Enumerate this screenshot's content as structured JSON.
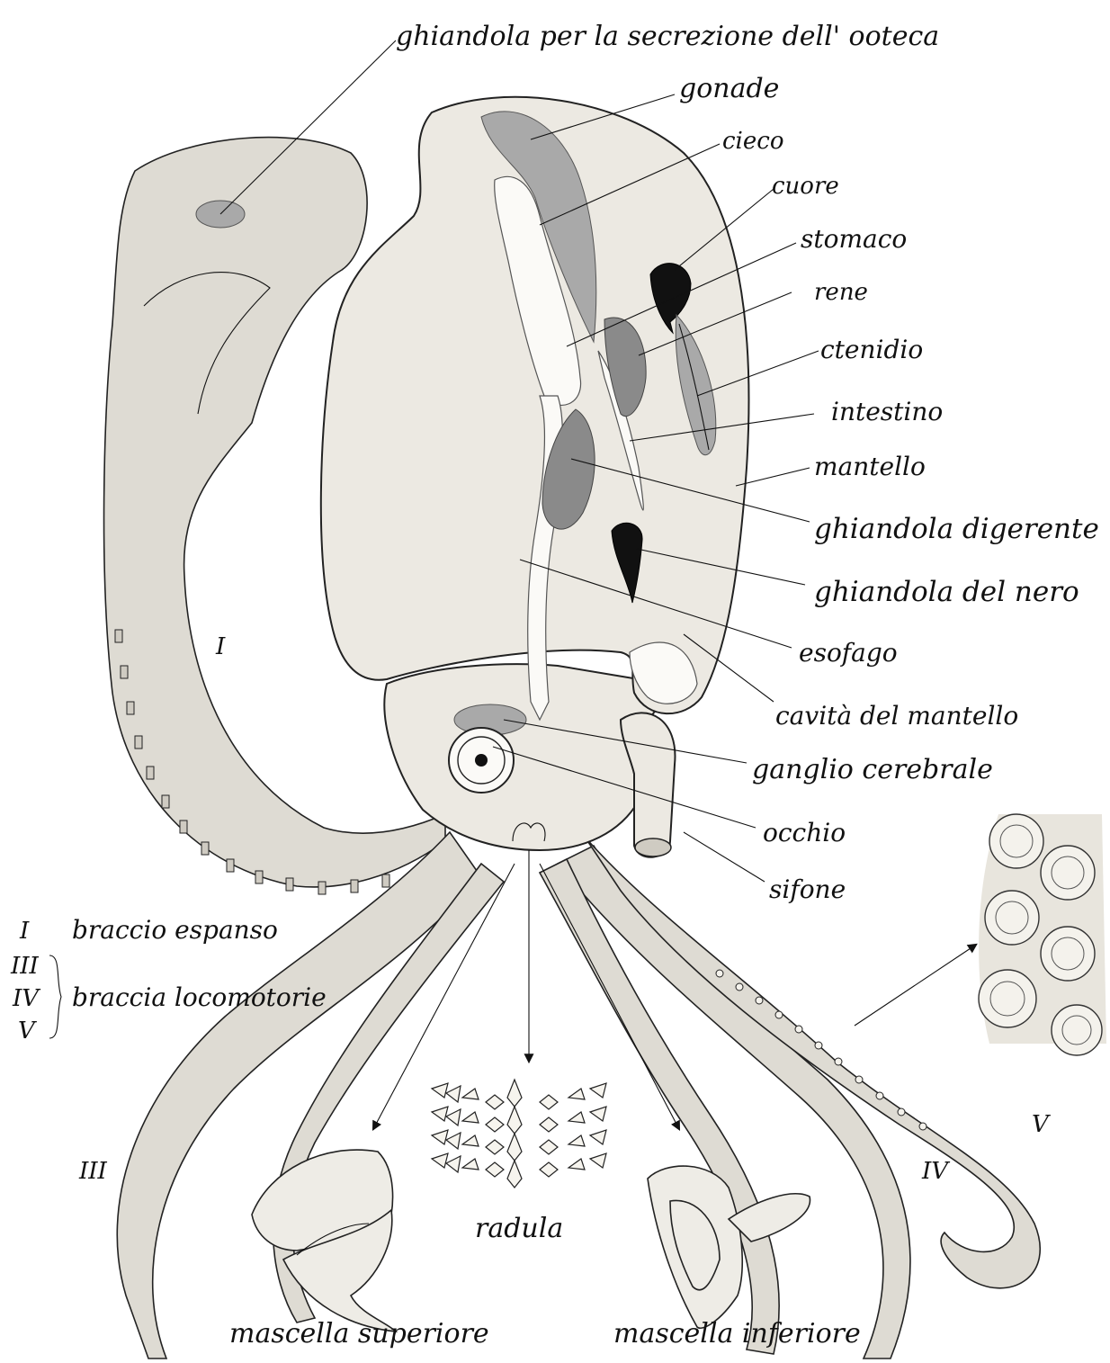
{
  "labels": {
    "ooteca_gland": "ghiandola per la secrezione dell' ooteca",
    "gonade": "gonade",
    "cieco": "cieco",
    "cuore": "cuore",
    "stomaco": "stomaco",
    "rene": "rene",
    "ctenidio": "ctenidio",
    "intestino": "intestino",
    "mantello": "mantello",
    "ghiandola_digerente": "ghiandola digerente",
    "ghiandola_nero": "ghiandola del nero",
    "esofago": "esofago",
    "cavita_mantello": "cavità del mantello",
    "ganglio": "ganglio cerebrale",
    "occhio": "occhio",
    "sifone": "sifone",
    "radula": "radula",
    "mascella_superiore": "mascella superiore",
    "mascella_inferiore": "mascella inferiore"
  },
  "arm_markers": {
    "I": "I",
    "III": "III",
    "IV": "IV",
    "V": "V"
  },
  "legend": {
    "row1_numeral": "I",
    "row1_text": "braccio espanso",
    "row2_numerals": [
      "III",
      "IV",
      "V"
    ],
    "row2_text": "braccia locomotorie"
  },
  "colors": {
    "body_fill": "#ece9e2",
    "organ_light": "#a9a9a9",
    "organ_mid": "#8a8a8a",
    "organ_dark": "#111111",
    "line": "#111111"
  }
}
